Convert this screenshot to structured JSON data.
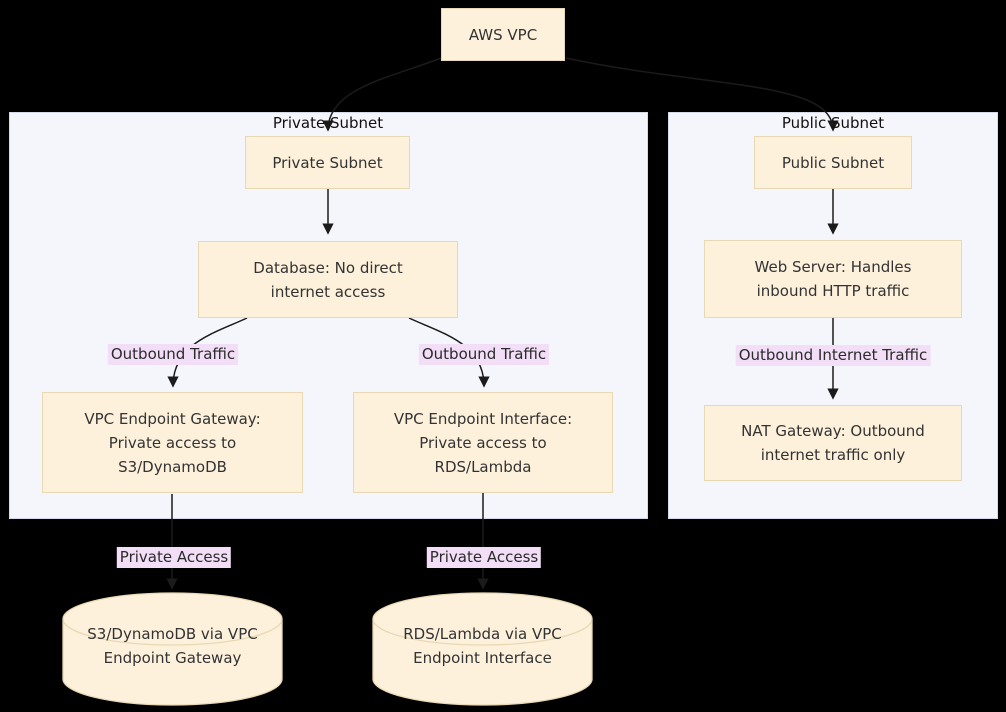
{
  "nodes": {
    "aws_vpc": "AWS VPC",
    "private_subnet": "Private Subnet",
    "database": [
      "Database: No direct",
      "internet access"
    ],
    "vpc_endpoint_gateway": [
      "VPC Endpoint Gateway:",
      "Private access to",
      "S3/DynamoDB"
    ],
    "vpc_endpoint_interface": [
      "VPC Endpoint Interface:",
      "Private access to",
      "RDS/Lambda"
    ],
    "public_subnet": "Public Subnet",
    "web_server": [
      "Web Server: Handles",
      "inbound HTTP traffic"
    ],
    "nat_gateway": [
      "NAT Gateway: Outbound",
      "internet traffic only"
    ],
    "s3_dynamodb_store": [
      "S3/DynamoDB via VPC",
      "Endpoint Gateway"
    ],
    "rds_lambda_store": [
      "RDS/Lambda via VPC",
      "Endpoint Interface"
    ]
  },
  "clusters": {
    "private": {
      "title": "Private Subnet"
    },
    "public": {
      "title": "Public Subnet"
    }
  },
  "edge_labels": {
    "outbound_traffic_left": "Outbound Traffic",
    "outbound_traffic_right": "Outbound Traffic",
    "outbound_internet_traffic": "Outbound Internet Traffic",
    "private_access_left": "Private Access",
    "private_access_right": "Private Access"
  },
  "colors": {
    "canvas_bg": "#000000",
    "node_fill": "#fdf1dc",
    "node_border": "#e9d8b4",
    "cluster_fill": "#f5f6fc",
    "cluster_border": "#d5daea",
    "edge_label_bg": "#f2def6",
    "edge_color": "#1b1b1b",
    "text_color": "#333333"
  }
}
